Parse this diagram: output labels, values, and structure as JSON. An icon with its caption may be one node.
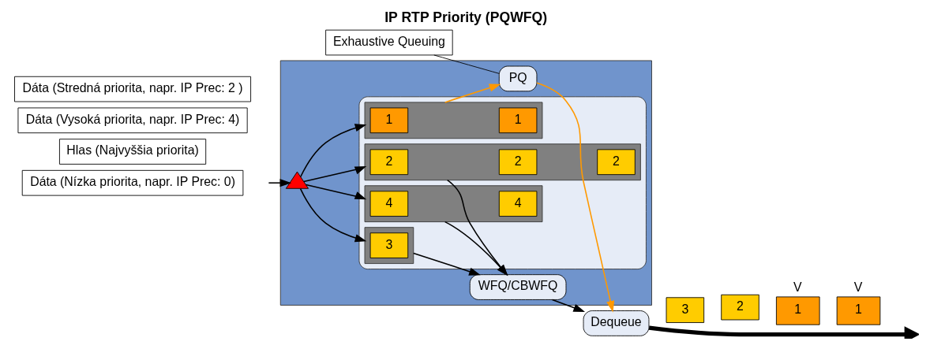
{
  "diagram": {
    "title": "IP RTP Priority (PQWFQ)",
    "nodes": [
      {
        "text": [],
        "shape": "box"
      },
      {
        "text": [],
        "shape": "box",
        "in": 0
      },
      {
        "text": [
          "Hlas (Najvyššia priorita)"
        ]
      },
      {
        "text": [
          "Dáta (Vysoká priorita, napr. IP Prec: 4)"
        ]
      },
      {
        "text": [
          "Dáta (Stredná priorita, napr. IP Prec: 2 )"
        ]
      },
      {
        "text": [
          "Dáta (Nízka priorita, napr. IP Prec: 0)"
        ]
      },
      {
        "text": [],
        "shape": "triangle",
        "in": 0
      },
      {
        "text": [],
        "shape": "bar",
        "in": 1
      },
      {
        "text": [
          "1"
        ],
        "in": 7
      },
      {
        "text": [
          "1"
        ],
        "in": 7
      },
      {
        "text": [],
        "shape": "bar",
        "in": 1
      },
      {
        "text": [
          "2"
        ],
        "in": 10
      },
      {
        "text": [
          "2"
        ],
        "in": 10
      },
      {
        "text": [
          "2"
        ],
        "in": 10
      },
      {
        "text": [],
        "shape": "bar",
        "in": 1
      },
      {
        "text": [
          "3"
        ],
        "in": 14
      },
      {
        "text": [],
        "shape": "bar",
        "in": 1
      },
      {
        "text": [
          "4"
        ],
        "in": 16
      },
      {
        "text": [
          "4"
        ],
        "in": 16
      },
      {
        "text": [
          "PQ"
        ],
        "in": 0
      },
      {
        "text": [
          "WFQ/CBWFQ"
        ],
        "in": 0
      },
      {
        "text": [
          "Dequeue"
        ]
      },
      {
        "text": [
          "Exhaustive Queuing"
        ]
      },
      {
        "text": [
          "3"
        ]
      },
      {
        "text": [
          "2"
        ]
      },
      {
        "text": [
          "1"
        ],
        "beside": [
          "V"
        ]
      },
      {
        "text": [
          "1"
        ],
        "beside": [
          "V"
        ]
      }
    ],
    "edges": [
      {
        "from": null,
        "to": 6,
        "arrow": "to"
      },
      {
        "from": 6,
        "to": 7,
        "arrow": "to"
      },
      {
        "from": 6,
        "to": 10,
        "arrow": "to"
      },
      {
        "from": 6,
        "to": 14,
        "arrow": "to"
      },
      {
        "from": 6,
        "to": 16,
        "arrow": "to"
      },
      {
        "from": 7,
        "to": 19,
        "arrow": "to",
        "color": "#ff9900"
      },
      {
        "from": 19,
        "to": 21,
        "arrow": "to",
        "color": "#ff9900"
      },
      {
        "from": 10,
        "to": 20,
        "arrow": "to"
      },
      {
        "from": 14,
        "to": 20,
        "arrow": "to"
      },
      {
        "from": 16,
        "to": 20,
        "arrow": "to"
      },
      {
        "from": 20,
        "to": 21,
        "arrow": "to"
      },
      {
        "from": 22,
        "to": 19,
        "arrow": "none"
      },
      {
        "from": 21,
        "to": null,
        "arrow": "to",
        "style": "thick"
      }
    ]
  }
}
